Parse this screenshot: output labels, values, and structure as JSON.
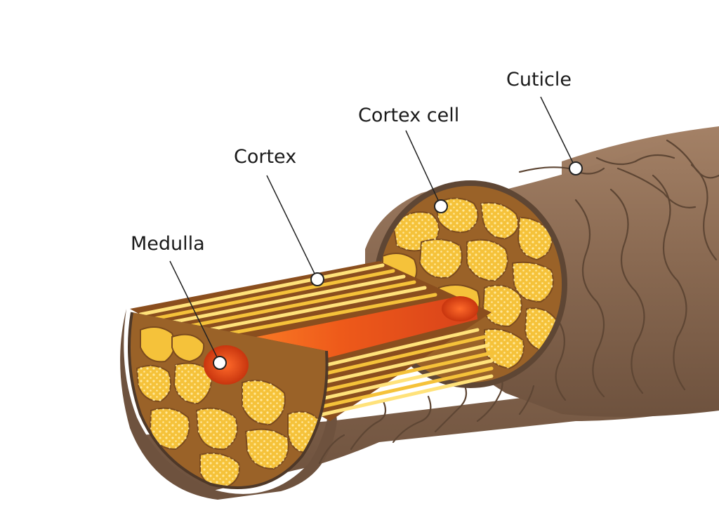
{
  "labels": {
    "cuticle": "Cuticle",
    "cortex_cell": "Cortex cell",
    "cortex": "Cortex",
    "medulla": "Medulla"
  },
  "colors": {
    "cuticle": "#8a6a52",
    "cuticle_dark": "#5e4634",
    "cortex_fill": "#f5c23a",
    "cortex_light": "#ffe27a",
    "cell_border": "#7a4a1e",
    "medulla": "#e8521c",
    "medulla_dark": "#c8350e"
  }
}
